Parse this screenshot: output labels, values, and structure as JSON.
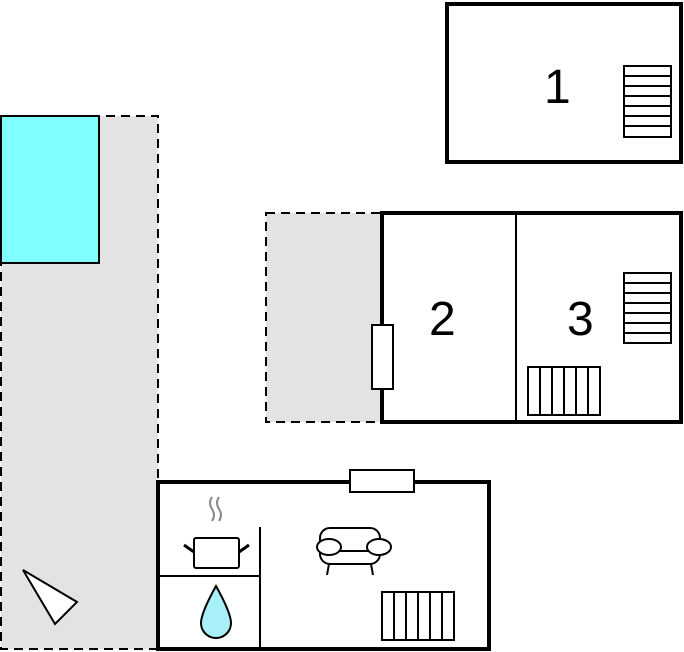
{
  "rooms": [
    {
      "label": "1"
    },
    {
      "label": "2"
    },
    {
      "label": "3"
    }
  ],
  "colors": {
    "pool": "#80ffff",
    "terrace": "#e3e3e3",
    "wall": "#000000",
    "water": "#a8f0f8"
  },
  "icons": [
    "stairs-icon",
    "radiator-icon",
    "cooking-pot-icon",
    "water-drop-icon",
    "sofa-icon",
    "compass-pointer-icon",
    "window-icon"
  ]
}
